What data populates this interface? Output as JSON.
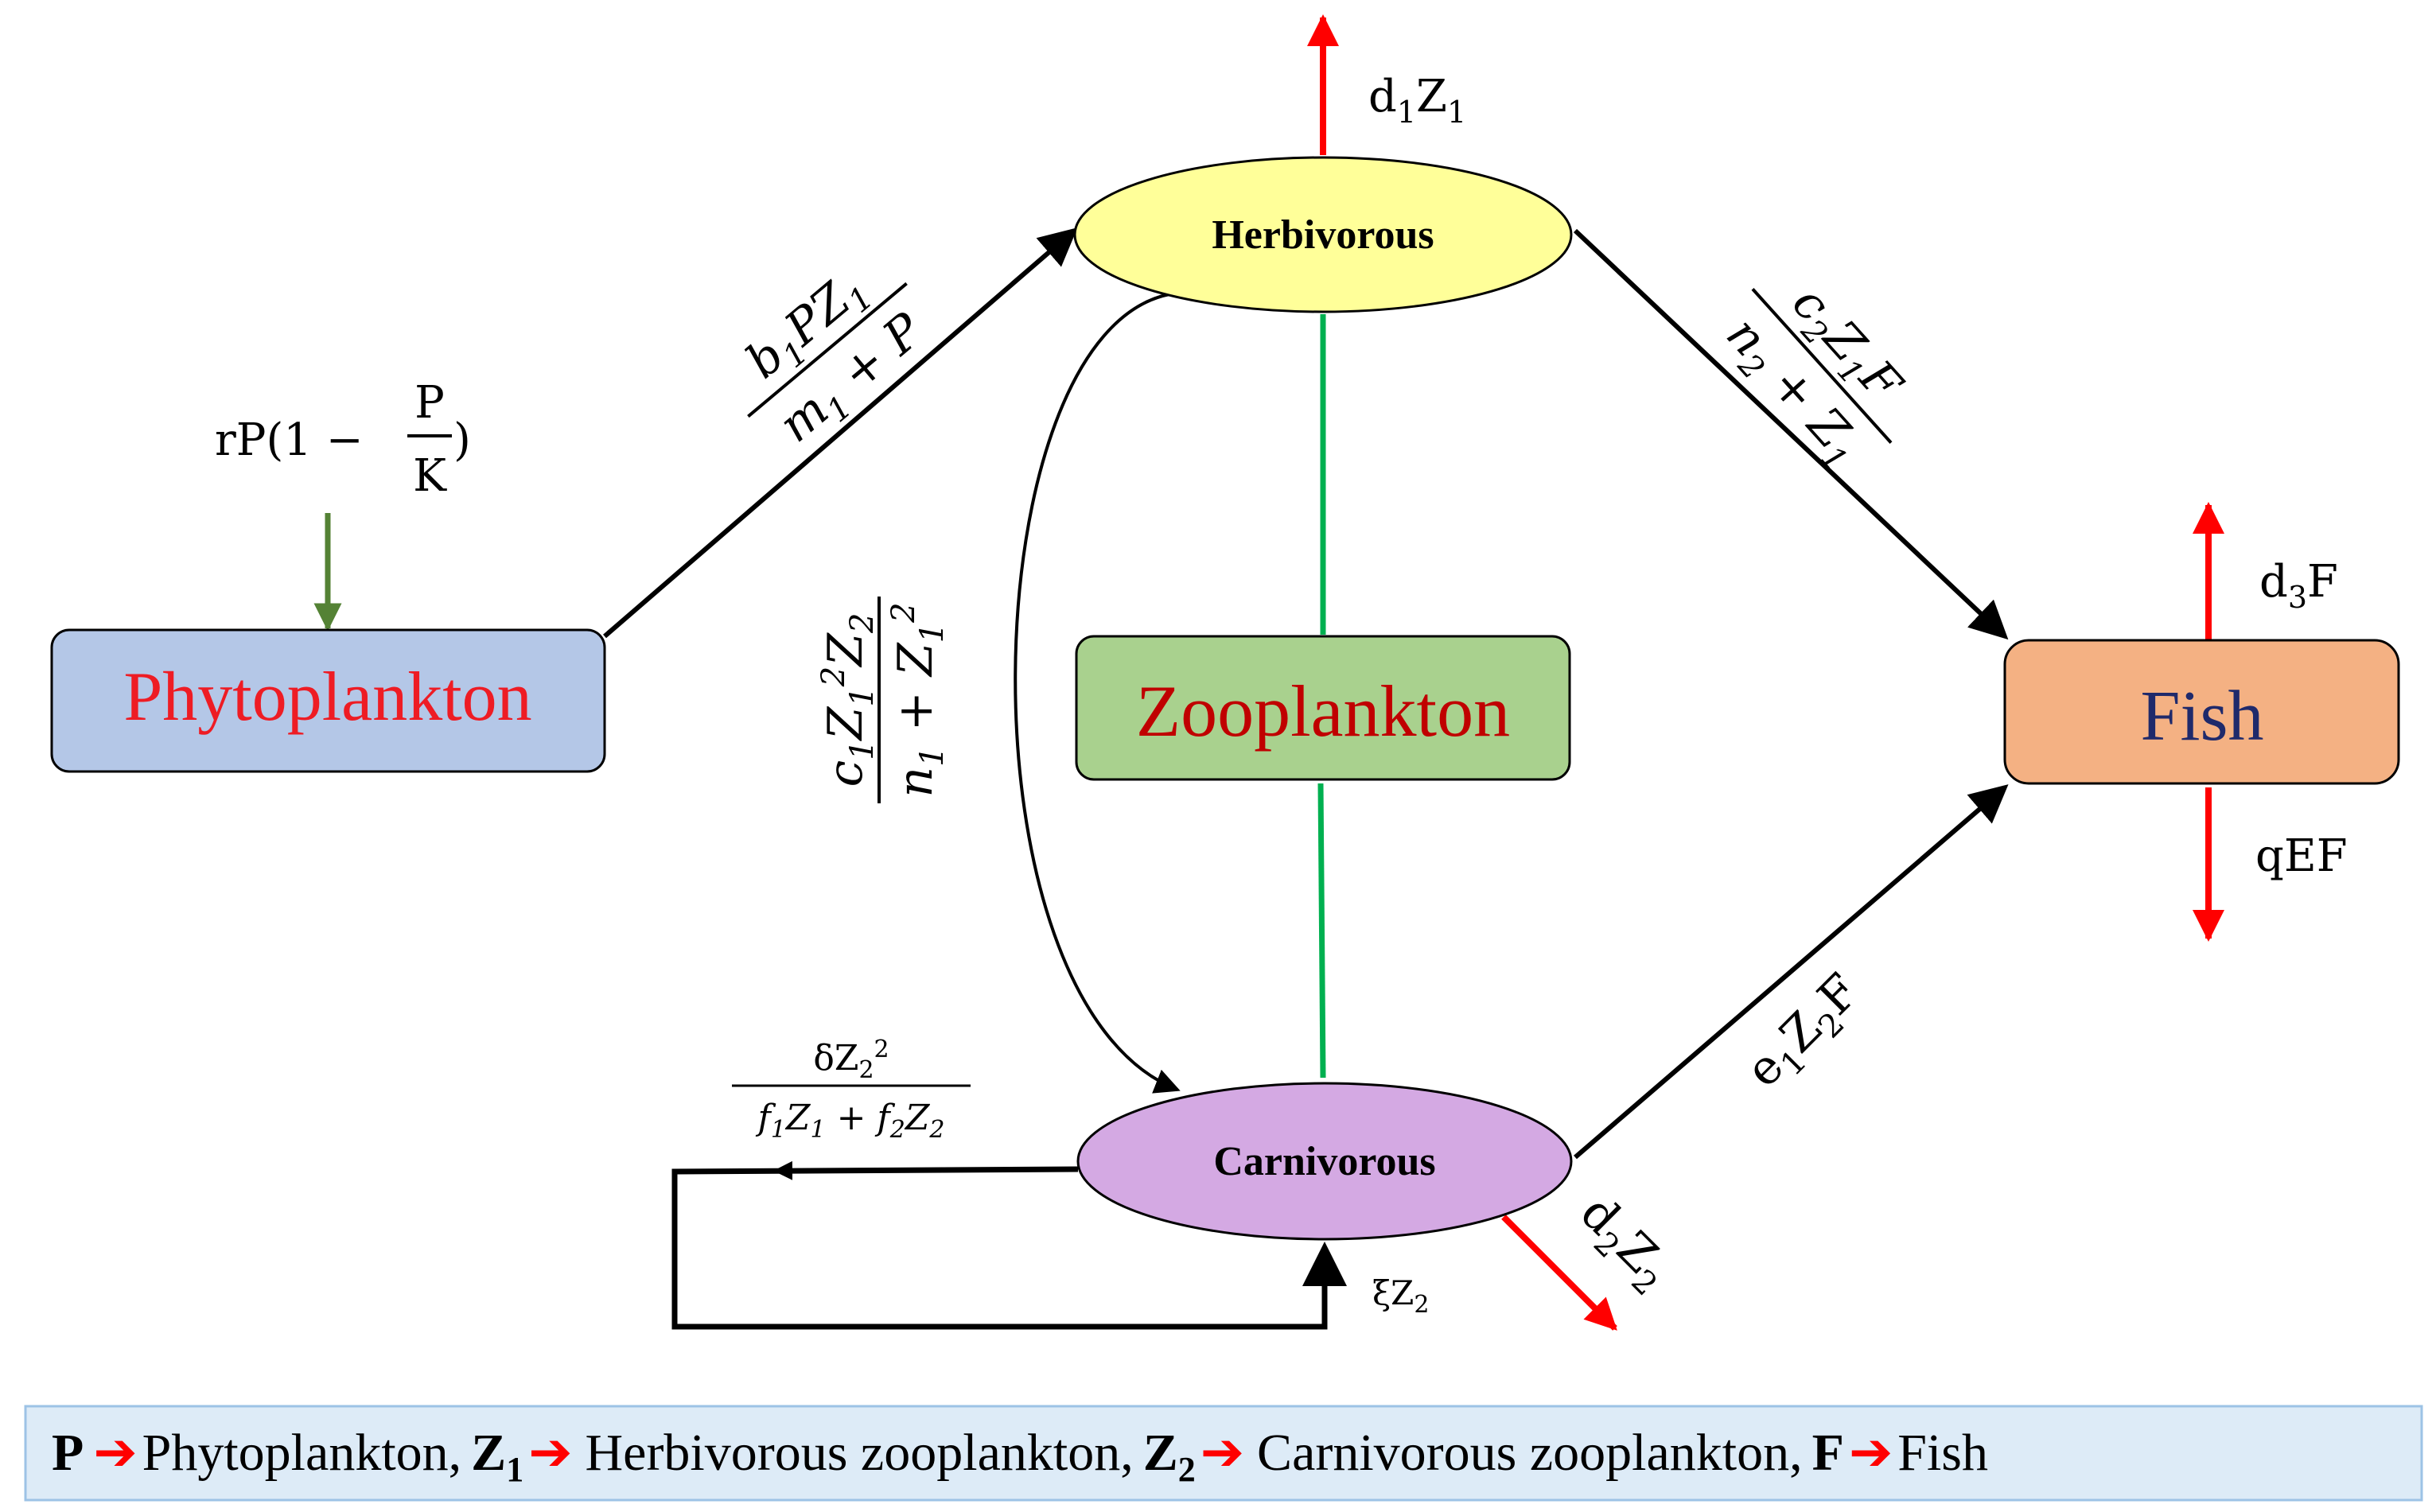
{
  "nodes": {
    "phytoplankton": "Phytoplankton",
    "zooplankton": "Zooplankton",
    "fish": "Fish",
    "herbivorous": "Herbivorous",
    "carnivorous": "Carnivorous"
  },
  "labels": {
    "d1z1": {
      "main": "d",
      "s1": "1",
      "m2": "Z",
      "s2": "1"
    },
    "d3f": {
      "main": "d",
      "s1": "3",
      "m2": "F"
    },
    "qef": "qEF",
    "xiz2": {
      "main": "ξZ",
      "s1": "2"
    },
    "growth": {
      "left": "rP(1 −",
      "num": "P",
      "den": "K",
      "right": ")"
    },
    "b1pz1": {
      "n1": "b",
      "n1s": "1",
      "n2": "PZ",
      "n2s": "1",
      "d1": "m",
      "d1s": "1",
      "d2": " + P"
    },
    "c2z1f": {
      "n1": "c",
      "n1s": "2",
      "n2": "Z",
      "n2s": "1",
      "n3": "F",
      "d1": "n",
      "d1s": "2",
      "d2": " + Z",
      "d2s": "1"
    },
    "c1z1z2": {
      "n1": "c",
      "n1s": "1",
      "n2": "Z",
      "n2s": "1",
      "n2p": "2",
      "n3": "Z",
      "n3s": "2",
      "d1": "n",
      "d1s": "1",
      "d2": " + Z",
      "d2s": "1",
      "d2p": "2"
    },
    "e1z2f": {
      "n1": "e",
      "n1s": "1",
      "n2": "Z",
      "n2s": "2",
      "n3": "F"
    },
    "d2z2": {
      "n1": "d",
      "n1s": "2",
      "n2": "Z",
      "n2s": "2"
    },
    "delta": {
      "num": "δZ",
      "nums": "2",
      "nump": "2",
      "d1": "f",
      "d1s": "1",
      "d2": "Z",
      "d2s": "1",
      "d3": " + ",
      "d4": "f",
      "d4s": "2",
      "d5": "Z",
      "d5s": "2"
    }
  },
  "legend": {
    "p": "P",
    "p_text": "Phytoplankton,",
    "z1": "Z",
    "z1s": "1",
    "z1_text": "Herbivorous zooplankton,",
    "z2": "Z",
    "z2s": "2",
    "z2_text": "Carnivorous zooplankton,",
    "f": "F",
    "f_text": "Fish"
  },
  "colors": {
    "phyto_fill": "#B4C7E7",
    "phyto_text": "#EE1C24",
    "zoo_fill": "#A9D18E",
    "zoo_text": "#C00000",
    "fish_fill": "#F4B183",
    "fish_text": "#1F2A6B",
    "herb_fill": "#FFFF99",
    "carn_fill": "#D4A9E3",
    "red_arrow": "#FF0000",
    "green_arrow": "#548235",
    "green_line": "#00B050",
    "legend_fill": "#DDEBF7"
  }
}
